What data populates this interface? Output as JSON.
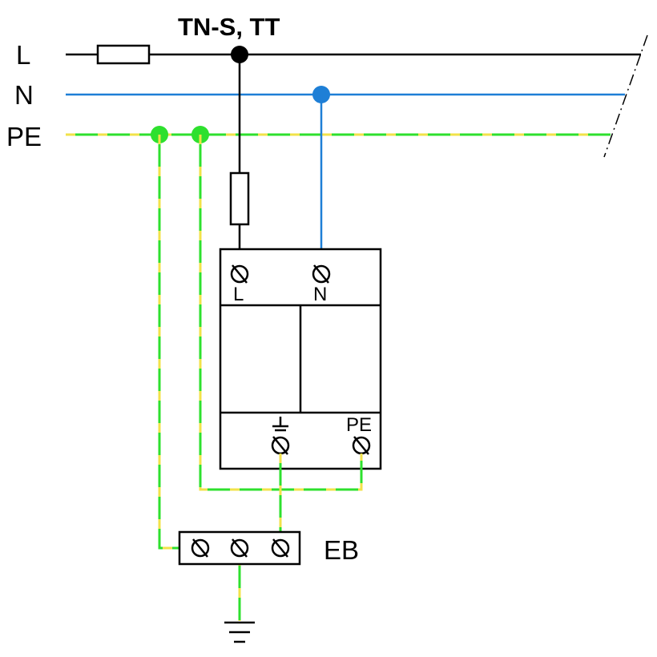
{
  "diagram": {
    "title": "TN-S, TT",
    "lines": {
      "l_label": "L",
      "n_label": "N",
      "pe_label": "PE"
    },
    "device": {
      "terminal_l_label": "L",
      "terminal_n_label": "N",
      "terminal_pe_label": "PE"
    },
    "bar": {
      "label": "EB"
    },
    "colors": {
      "phase": "#000000",
      "neutral": "#1e7fd6",
      "pe_green": "#2ee02e",
      "pe_yellow": "#f2e24a"
    }
  }
}
